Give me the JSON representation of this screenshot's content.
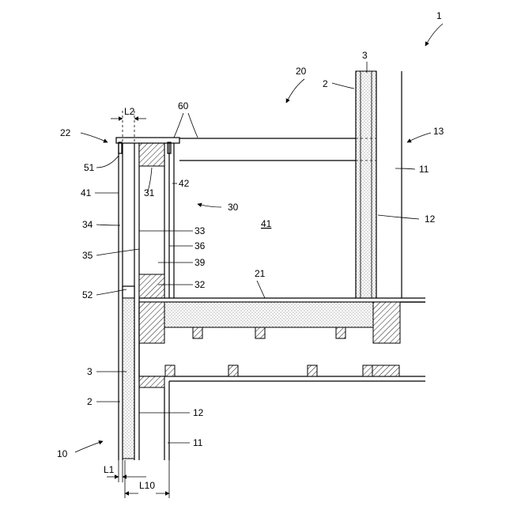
{
  "labels": {
    "n1": "1",
    "n2a": "2",
    "n2b": "2",
    "n3a": "3",
    "n3b": "3",
    "n10": "10",
    "n11a": "11",
    "n11b": "11",
    "n12a": "12",
    "n12b": "12",
    "n13": "13",
    "n20": "20",
    "n21": "21",
    "n22": "22",
    "n30": "30",
    "n31": "31",
    "n32": "32",
    "n33": "33",
    "n34": "34",
    "n35": "35",
    "n36": "36",
    "n39": "39",
    "n41a": "41",
    "n41b": "41",
    "n42": "42",
    "n51": "51",
    "n52": "52",
    "n60": "60",
    "L1": "L1",
    "L2": "L2",
    "L10": "L10"
  }
}
